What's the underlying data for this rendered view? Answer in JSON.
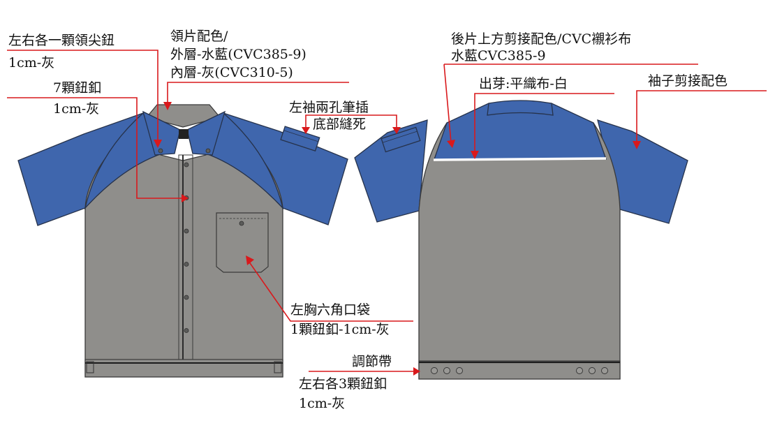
{
  "front_labels": {
    "collar_tip_button_1": "左右各一顆領尖鈕",
    "collar_tip_button_2": "1cm-灰",
    "collar_color_1": "領片配色/",
    "collar_color_2": "外層-水藍(CVC385-9)",
    "collar_color_3": "內層-灰(CVC310-5)",
    "front_buttons_1": "7顆鈕釦",
    "front_buttons_2": "1cm-灰",
    "pen_slot_1": "左袖兩孔筆插",
    "pen_slot_2": "底部縫死",
    "pocket_1": "左胸六角口袋",
    "pocket_2": "1顆鈕釦-1cm-灰"
  },
  "back_labels": {
    "back_yoke_1": "後片上方剪接配色/CVC襯衫布",
    "back_yoke_2": "水藍CVC385-9",
    "piping": "出芽:平織布-白",
    "sleeve_color": "袖子剪接配色",
    "adjust_tab_1": "調節帶",
    "adjust_tab_2": "左右各3顆鈕釦",
    "adjust_tab_3": "1cm-灰"
  },
  "colors": {
    "body_gray": "#8f8e8b",
    "sleeve_blue": "#3f66ad",
    "pointer_red": "#d9191c",
    "piping_white": "#ffffff"
  },
  "garment": {
    "front_button_count": 7,
    "adjust_buttons_each_side": 3
  }
}
